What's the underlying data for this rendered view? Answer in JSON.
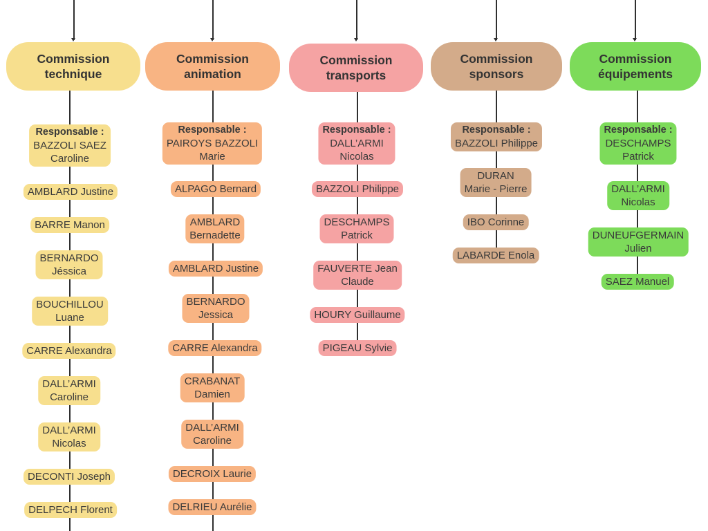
{
  "diagram": {
    "columns": [
      {
        "id": "technique",
        "title_line1": "Commission",
        "title_line2": "technique",
        "color": "#f7df8e",
        "responsable_label": "Responsable :",
        "responsable_name_line1": "BAZZOLI SAEZ",
        "responsable_name_line2": "Caroline",
        "members": [
          {
            "line1": "AMBLARD Justine",
            "line2": ""
          },
          {
            "line1": "BARRE Manon",
            "line2": ""
          },
          {
            "line1": "BERNARDO",
            "line2": "Jéssica"
          },
          {
            "line1": "BOUCHILLOU",
            "line2": "Luane"
          },
          {
            "line1": "CARRE Alexandra",
            "line2": ""
          },
          {
            "line1": "DALL’ARMI",
            "line2": "Caroline"
          },
          {
            "line1": "DALL’ARMI",
            "line2": "Nicolas"
          },
          {
            "line1": "DECONTI Joseph",
            "line2": ""
          },
          {
            "line1": "DELPECH Florent",
            "line2": ""
          }
        ]
      },
      {
        "id": "animation",
        "title_line1": "Commission",
        "title_line2": "animation",
        "color": "#f8b483",
        "responsable_label": "Responsable :",
        "responsable_name_line1": "PAIROYS BAZZOLI",
        "responsable_name_line2": "Marie",
        "members": [
          {
            "line1": "ALPAGO Bernard",
            "line2": ""
          },
          {
            "line1": "AMBLARD",
            "line2": "Bernadette"
          },
          {
            "line1": "AMBLARD Justine",
            "line2": ""
          },
          {
            "line1": "BERNARDO",
            "line2": "Jessica"
          },
          {
            "line1": "CARRE Alexandra",
            "line2": ""
          },
          {
            "line1": "CRABANAT",
            "line2": "Damien"
          },
          {
            "line1": "DALL’ARMI",
            "line2": "Caroline"
          },
          {
            "line1": "DECROIX Laurie",
            "line2": ""
          },
          {
            "line1": "DELRIEU Aurélie",
            "line2": ""
          }
        ]
      },
      {
        "id": "transports",
        "title_line1": "Commission",
        "title_line2": "transports",
        "color": "#f5a3a3",
        "responsable_label": "Responsable :",
        "responsable_name_line1": "DALL’ARMI",
        "responsable_name_line2": "Nicolas",
        "members": [
          {
            "line1": "BAZZOLI Philippe",
            "line2": ""
          },
          {
            "line1": "DESCHAMPS",
            "line2": "Patrick"
          },
          {
            "line1": "FAUVERTE Jean",
            "line2": "Claude"
          },
          {
            "line1": "HOURY Guillaume",
            "line2": ""
          },
          {
            "line1": "PIGEAU Sylvie",
            "line2": ""
          }
        ]
      },
      {
        "id": "sponsors",
        "title_line1": "Commission",
        "title_line2": "sponsors",
        "color": "#d3ab8a",
        "responsable_label": "Responsable :",
        "responsable_name_line1": "BAZZOLI Philippe",
        "responsable_name_line2": "",
        "members": [
          {
            "line1": "DURAN",
            "line2": "Marie - Pierre"
          },
          {
            "line1": "IBO Corinne",
            "line2": ""
          },
          {
            "line1": "LABARDE Enola",
            "line2": ""
          }
        ]
      },
      {
        "id": "equipements",
        "title_line1": "Commission",
        "title_line2": "équipements",
        "color": "#7ddb5a",
        "responsable_label": "Responsable :",
        "responsable_name_line1": "DESCHAMPS",
        "responsable_name_line2": "Patrick",
        "members": [
          {
            "line1": "DALL’ARMI",
            "line2": "Nicolas"
          },
          {
            "line1": "DUNEUFGERMAIN",
            "line2": "Julien"
          },
          {
            "line1": "SAEZ Manuel",
            "line2": ""
          }
        ]
      }
    ]
  }
}
